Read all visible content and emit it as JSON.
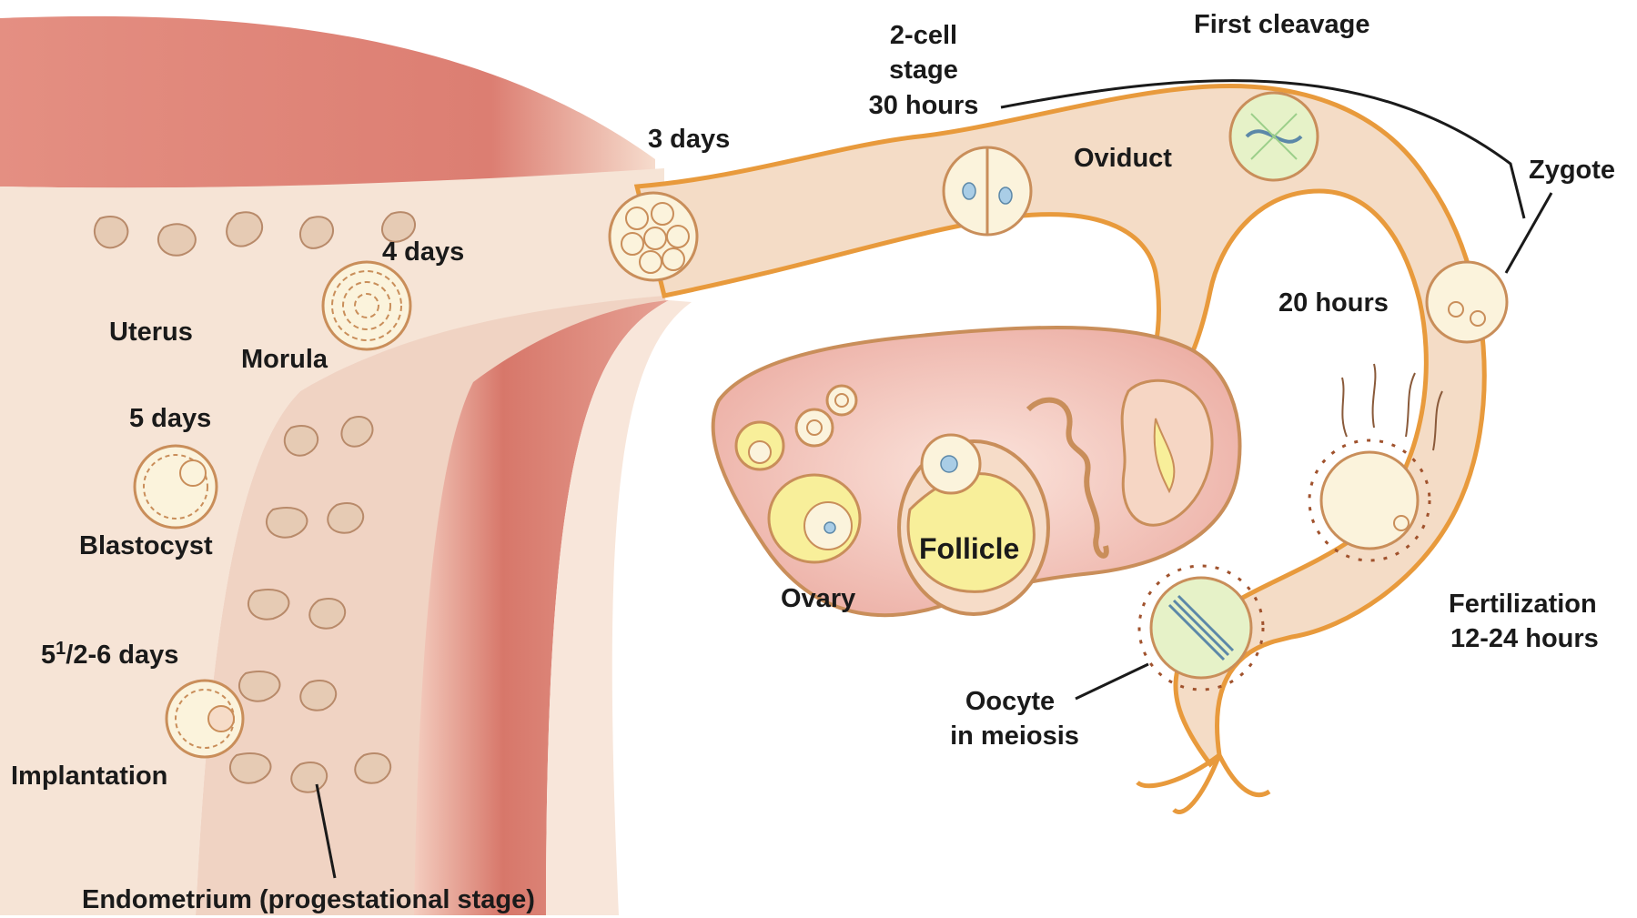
{
  "labels": {
    "three_days": "3 days",
    "two_cell": "2-cell",
    "stage": "stage",
    "thirty_hours": "30 hours",
    "first_cleavage": "First cleavage",
    "oviduct": "Oviduct",
    "zygote": "Zygote",
    "four_days": "4 days",
    "twenty_hours": "20 hours",
    "uterus": "Uterus",
    "morula": "Morula",
    "five_days": "5 days",
    "blastocyst": "Blastocyst",
    "implant_time_prefix": "5",
    "implant_time_sup": "1",
    "implant_time_suffix": "/2-6 days",
    "implantation": "Implantation",
    "ovary": "Ovary",
    "follicle": "Follicle",
    "oocyte": "Oocyte",
    "in_meiosis": "in meiosis",
    "fertilization": "Fertilization",
    "fertilization_time": "12-24 hours",
    "endometrium": "Endometrium (progestational stage)"
  },
  "colors": {
    "muscle": "#d9796b",
    "tissue": "#f2dccb",
    "wall": "#e89a3c",
    "ovary": "#f3c6bd",
    "follicle": "#f8ef9a",
    "cell": "#fbf3dc",
    "nucleus": "#a9cde6"
  }
}
